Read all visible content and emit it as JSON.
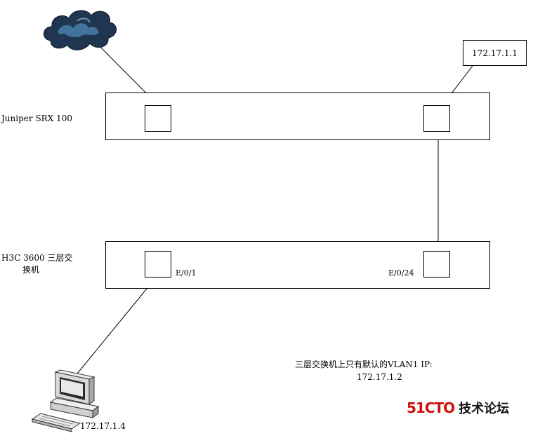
{
  "devices": {
    "firewall": {
      "label": "Juniper SRX 100"
    },
    "switch": {
      "label_line1": "H3C 3600 三层交",
      "label_line2": "换机"
    }
  },
  "ports": {
    "switch_left": "E/0/1",
    "switch_right": "E/0/24"
  },
  "addresses": {
    "firewall_ip": "172.17.1.1",
    "pc_ip": "172.17.1.4"
  },
  "note": {
    "line1": "三层交换机上只有默认的VLAN1 IP:",
    "line2": "172.17.1.2"
  },
  "watermark": {
    "brand": "51CTO",
    "sub": "技术论坛"
  },
  "icons": [
    "cloud-icon",
    "pc-icon"
  ],
  "colors": {
    "cloud": "#1f3550",
    "cloud_highlight": "#5fa8d8",
    "watermark": "#cc1111"
  }
}
